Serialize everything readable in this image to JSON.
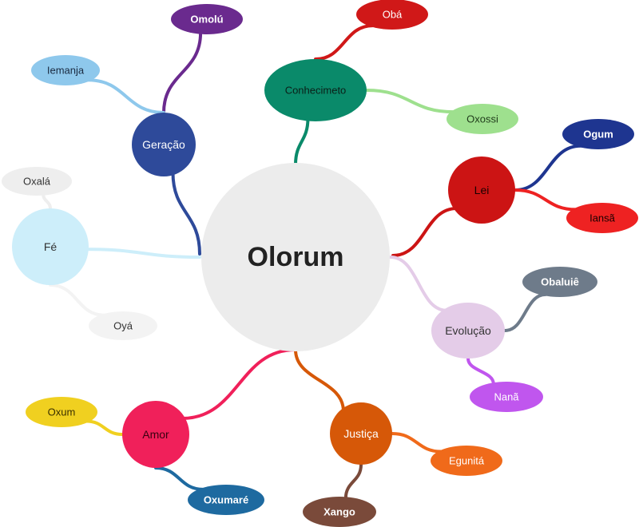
{
  "center": {
    "label": "Olorum",
    "color": "#ececec",
    "text_color": "#222222"
  },
  "branches": [
    {
      "id": "geracao",
      "label": "Geração",
      "color": "#2e4a9a",
      "text_color": "#ffffff",
      "children": [
        {
          "id": "omolu",
          "label": "Omolú",
          "color": "#6a2a8e",
          "text_color": "#ffffff"
        },
        {
          "id": "iemanja",
          "label": "Iemanja",
          "color": "#8ec8ec",
          "text_color": "#1a2a40"
        }
      ]
    },
    {
      "id": "conhecimento",
      "label": "Conhecimeto",
      "color": "#0a8a6a",
      "text_color": "#0b1f18",
      "children": [
        {
          "id": "oba",
          "label": "Obá",
          "color": "#d01818",
          "text_color": "#ffffff"
        },
        {
          "id": "oxossi",
          "label": "Oxossi",
          "color": "#9ee08e",
          "text_color": "#1f3a1a"
        }
      ]
    },
    {
      "id": "lei",
      "label": "Lei",
      "color": "#cc1414",
      "text_color": "#1a0000",
      "children": [
        {
          "id": "ogum",
          "label": "Ogum",
          "color": "#1e3590",
          "text_color": "#ffffff"
        },
        {
          "id": "iansa",
          "label": "Iansã",
          "color": "#ee2222",
          "text_color": "#1a0000"
        }
      ]
    },
    {
      "id": "evolucao",
      "label": "Evolução",
      "color": "#e4cce8",
      "text_color": "#333333",
      "children": [
        {
          "id": "obaluie",
          "label": "Obaluiê",
          "color": "#6e7b8a",
          "text_color": "#ffffff"
        },
        {
          "id": "nana",
          "label": "Nanã",
          "color": "#c056ee",
          "text_color": "#ffffff"
        }
      ]
    },
    {
      "id": "justica",
      "label": "Justiça",
      "color": "#d65808",
      "text_color": "#ffffff",
      "children": [
        {
          "id": "egunita",
          "label": "Egunitá",
          "color": "#f06a1a",
          "text_color": "#ffffff"
        },
        {
          "id": "xango",
          "label": "Xango",
          "color": "#7a4a3a",
          "text_color": "#ffffff"
        }
      ]
    },
    {
      "id": "amor",
      "label": "Amor",
      "color": "#f0205a",
      "text_color": "#3a0010",
      "children": [
        {
          "id": "oxum",
          "label": "Oxum",
          "color": "#f0d020",
          "text_color": "#3a3000"
        },
        {
          "id": "oxumare",
          "label": "Oxumaré",
          "color": "#1e6aa0",
          "text_color": "#ffffff"
        }
      ]
    },
    {
      "id": "fe",
      "label": "Fé",
      "color": "#cdeefa",
      "text_color": "#333333",
      "children": [
        {
          "id": "oxala",
          "label": "Oxalá",
          "color": "#eeeeee",
          "text_color": "#333333"
        },
        {
          "id": "oya",
          "label": "Oyá",
          "color": "#f3f3f3",
          "text_color": "#333333"
        }
      ]
    }
  ]
}
